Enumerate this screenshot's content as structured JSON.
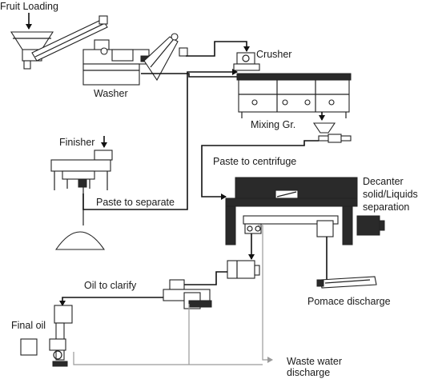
{
  "labels": {
    "fruit_loading": "Fruit Loading",
    "washer": "Washer",
    "crusher": "Crusher",
    "mixing": "Mixing Gr.",
    "finisher": "Finisher",
    "paste_to_separate": "Paste to separate",
    "paste_to_centrifuge": "Paste to centrifuge",
    "decanter_line1": "Decanter",
    "decanter_line2": "solid/Liquids",
    "decanter_line3": "separation",
    "oil_to_clarify": "Oil to clarify",
    "pomace_discharge": "Pomace discharge",
    "final_oil": "Final oil",
    "waste_line1": "Waste water",
    "waste_line2": "discharge"
  }
}
